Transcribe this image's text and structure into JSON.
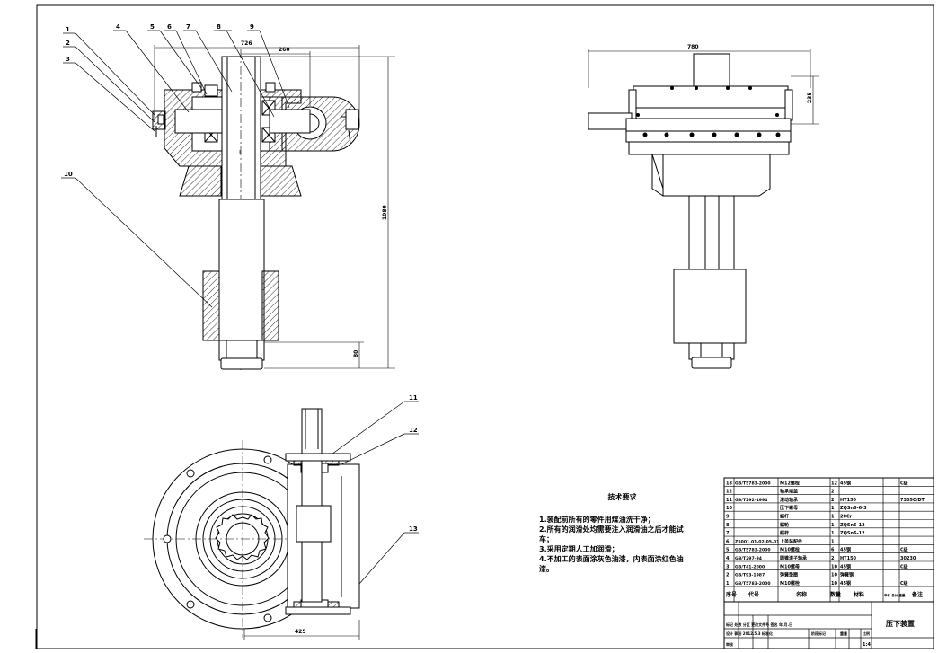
{
  "callouts": [
    "1",
    "2",
    "3",
    "4",
    "5",
    "6",
    "7",
    "8",
    "9",
    "10",
    "11",
    "12",
    "13"
  ],
  "dimensions": {
    "front_overall_width": "726",
    "front_offset": "260",
    "front_height": "1080",
    "front_bottom": "80",
    "side_width": "780",
    "side_height": "235",
    "plan_width": "425"
  },
  "tech_requirements": {
    "title": "技术要求",
    "items": [
      "1.装配前所有的零件用煤油洗干净；",
      "2.所有的润滑处均需要注入润滑油之后才能试车；",
      "3.采用定期人工加润滑；",
      "4.不加工的表面涂灰色油漆，内表面涂红色油漆。"
    ]
  },
  "bom": {
    "rows": [
      {
        "no": "13",
        "code": "GB/T5783-2000",
        "name": "M12螺栓",
        "qty": "12",
        "material": "45钢",
        "note": "C级"
      },
      {
        "no": "12",
        "code": "",
        "name": "轴承端盖",
        "qty": "2",
        "material": "",
        "note": ""
      },
      {
        "no": "11",
        "code": "GB/T292-1994",
        "name": "滚动轴承",
        "qty": "2",
        "material": "HT150",
        "note": "7305C/DT"
      },
      {
        "no": "10",
        "code": "",
        "name": "压下螺母",
        "qty": "1",
        "material": "ZQSn6-6-3",
        "note": ""
      },
      {
        "no": "9",
        "code": "",
        "name": "蜗杆",
        "qty": "1",
        "material": "20Cr",
        "note": ""
      },
      {
        "no": "8",
        "code": "",
        "name": "蜗轮",
        "qty": "1",
        "material": "ZQSn6-12",
        "note": ""
      },
      {
        "no": "7",
        "code": "",
        "name": "蜗杆",
        "qty": "1",
        "material": "ZQSn6-12",
        "note": ""
      },
      {
        "no": "6",
        "code": "ZS001.01-02-05-01",
        "name": "上盖装配件",
        "qty": "1",
        "material": "",
        "note": ""
      },
      {
        "no": "5",
        "code": "GB/T5783-2000",
        "name": "M10螺栓",
        "qty": "6",
        "material": "45钢",
        "note": "C级"
      },
      {
        "no": "4",
        "code": "GB/T297-94",
        "name": "圆锥滚子轴承",
        "qty": "2",
        "material": "HT150",
        "note": "30230"
      },
      {
        "no": "3",
        "code": "GB/T41-2000",
        "name": "M10螺母",
        "qty": "10",
        "material": "45钢",
        "note": "C级"
      },
      {
        "no": "2",
        "code": "GB/T93-1987",
        "name": "弹簧垫圈",
        "qty": "10",
        "material": "弹簧钢",
        "note": ""
      },
      {
        "no": "1",
        "code": "GB/T5783-2000",
        "name": "M10螺栓",
        "qty": "10",
        "material": "45钢",
        "note": "C级"
      }
    ],
    "header": {
      "no": "序号",
      "code": "代号",
      "name": "名称",
      "qty": "数量",
      "material": "材料",
      "unit_weight": "单件 总计 重量",
      "note": "备注"
    }
  },
  "title_block": {
    "drawing_name": "压下装置",
    "scale": "1:4",
    "mark_row": "标记 处数 分区 更改文件号 签名 年.月.日",
    "design_row": "设计 郭阳 2012.5.3 标准化",
    "stage_label": "阶段标记",
    "weight_label": "重量",
    "scale_label": "比例",
    "review": "审核",
    "craft": "工艺",
    "approve": "批准"
  }
}
